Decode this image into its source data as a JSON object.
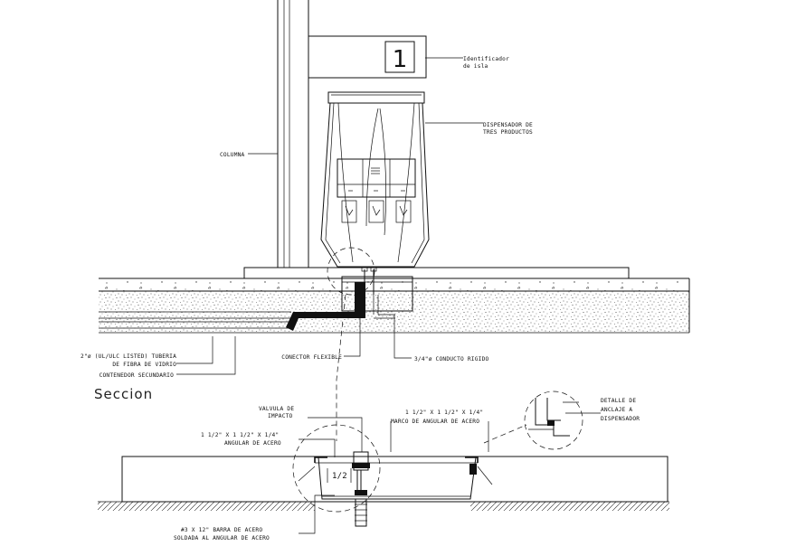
{
  "section_title": "Seccion",
  "island_number": "1",
  "labels": {
    "island_id": [
      "Identificador",
      "de isla"
    ],
    "dispenser": [
      "DISPENSADOR DE",
      "TRES PRODUCTOS"
    ],
    "column": "COLUMNA",
    "fiberglass_pipe": [
      "2\"ø (UL/ULC LISTED) TUBERIA",
      "DE FIBRA DE VIDRIO"
    ],
    "secondary_container": "CONTENEDOR SECUNDARIO",
    "flex_connector": "CONECTOR FLEXIBLE",
    "rigid_conduit": "3/4\"ø CONDUCTO RIGIDO",
    "impact_valve": [
      "VALVULA DE",
      "IMPACTO"
    ],
    "steel_angle": [
      "1 1/2\" X 1 1/2\" X 1/4\"",
      "ANGULAR DE ACERO"
    ],
    "steel_angle_frame": [
      "1 1/2\" X 1 1/2\" X 1/4\"",
      "MARCO DE ANGULAR DE ACERO"
    ],
    "anchor_detail": [
      "DETALLE DE",
      "ANCLAJE A",
      "DISPENSADOR"
    ],
    "steel_bar": [
      "#3 X 12\" BARRA DE ACERO",
      "SOLDADA AL ANGULAR DE ACERO"
    ],
    "dim_half": "1/2"
  }
}
